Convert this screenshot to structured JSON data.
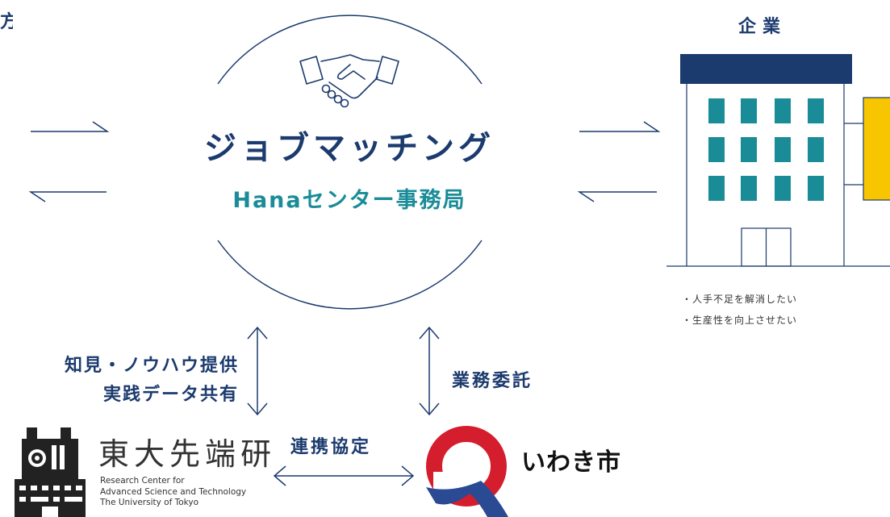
{
  "colors": {
    "navy": "#1b3a6e",
    "teal": "#1a8c98",
    "yellow": "#f7c600",
    "red": "#d41e2d",
    "blue": "#2a4a94",
    "text_dark": "#333333"
  },
  "edge_label_fragment": "方",
  "center": {
    "icon": "handshake-icon",
    "title": "ジョブマッチング",
    "subtitle": "Hanaセンター事務局"
  },
  "company": {
    "title": "企業",
    "bullets": [
      "・人手不足を解消したい",
      "・生産性を向上させたい"
    ]
  },
  "relations": {
    "knowhow_lines": [
      "知見・ノウハウ提供",
      "実践データ共有"
    ],
    "gyomu": "業務委託",
    "renkei": "連携協定"
  },
  "rcast": {
    "name": "東大先端研",
    "sub_lines": [
      "Research Center for",
      "Advanced Science and Technology",
      "The University of Tokyo"
    ]
  },
  "iwaki": {
    "name": "いわき市"
  }
}
